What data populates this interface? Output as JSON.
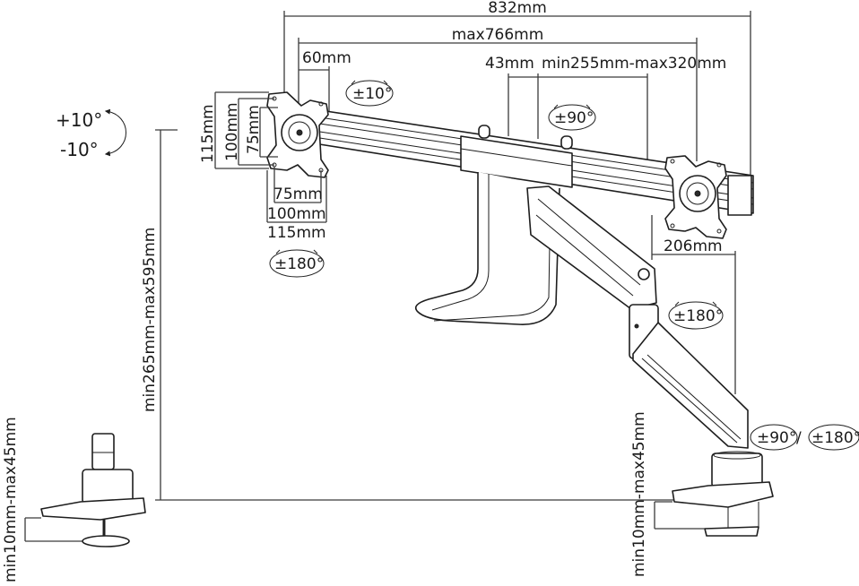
{
  "diagram": {
    "subject": "Dual monitor gas-spring arm with crossbar",
    "dimensions": {
      "overall_width": "832mm",
      "max_mount_span": "max766mm",
      "bracket_offset": "60mm",
      "center_gap": "43mm",
      "arm_extension": "min255mm-max320mm",
      "vesa_h_115": "115mm",
      "vesa_h_100": "100mm",
      "vesa_h_75": "75mm",
      "vesa_w_75": "75mm",
      "vesa_w_100": "100mm",
      "vesa_w_115": "115mm",
      "lower_arm_reach": "206mm",
      "height_range": "min265mm-max595mm",
      "clamp_range_left": "min10mm-max45mm",
      "clamp_range_right": "min10mm-max45mm"
    },
    "tilt": {
      "plus": "+10°",
      "minus": "-10°"
    },
    "rotations": {
      "bar_tilt": "±10°",
      "top_swivel": "±90°",
      "vesa_rotation": "±180°",
      "elbow_swivel": "±180°",
      "base_swivel_a": "±90°",
      "base_swivel_b": "±180°",
      "separator": "/"
    }
  }
}
